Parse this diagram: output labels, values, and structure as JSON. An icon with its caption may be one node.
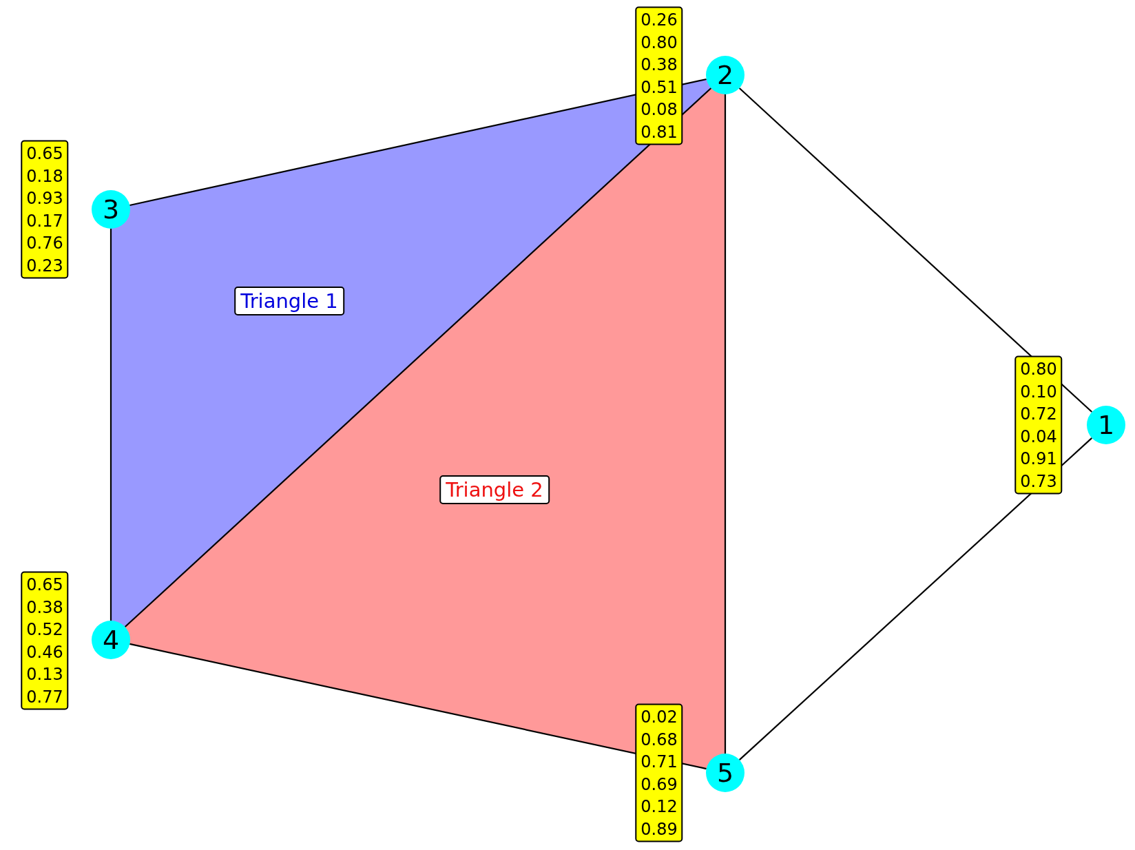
{
  "diagram": {
    "nodes": [
      {
        "text": [
          "1"
        ],
        "beside": [
          "0.80 0.10 0.72 0.04 0.91 0.73"
        ]
      },
      {
        "text": [
          "2"
        ],
        "beside": [
          "0.26 0.80 0.38 0.51 0.08 0.81"
        ]
      },
      {
        "text": [
          "3"
        ],
        "beside": [
          "0.65 0.18 0.93 0.17 0.76 0.23"
        ]
      },
      {
        "text": [
          "4"
        ],
        "beside": [
          "0.65 0.38 0.52 0.46 0.13 0.77"
        ]
      },
      {
        "text": [
          "5"
        ],
        "beside": [
          "0.02 0.68 0.71 0.69 0.12 0.89"
        ]
      },
      {
        "text": [
          "Triangle 1"
        ]
      },
      {
        "text": [
          "Triangle 2"
        ]
      }
    ],
    "edges": [
      {
        "from": 0,
        "to": 1,
        "arrow": "none"
      },
      {
        "from": 0,
        "to": 4,
        "arrow": "none"
      },
      {
        "from": 1,
        "to": 2,
        "arrow": "none"
      },
      {
        "from": 1,
        "to": 3,
        "arrow": "none"
      },
      {
        "from": 1,
        "to": 4,
        "arrow": "none"
      },
      {
        "from": 2,
        "to": 3,
        "arrow": "none"
      },
      {
        "from": 3,
        "to": 4,
        "arrow": "none"
      }
    ]
  }
}
